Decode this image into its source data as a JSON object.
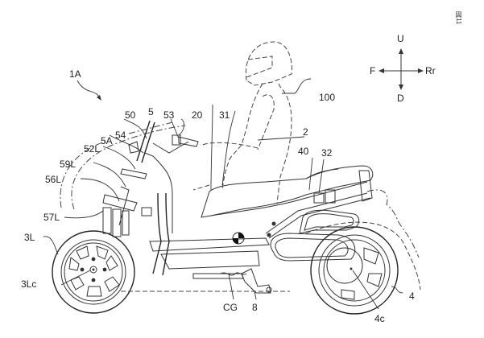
{
  "figure": {
    "number_label": "図11",
    "subject": "three-wheeled motorcycle side view"
  },
  "direction_indicator": {
    "up": "U",
    "down": "D",
    "front": "F",
    "rear": "Rr"
  },
  "reference_labels": {
    "vehicle": "1A",
    "handle_unit": "5",
    "steering_50": "50",
    "part_53": "53",
    "part_20": "20",
    "part_31": "31",
    "rider": "100",
    "part_2": "2",
    "part_54": "54",
    "part_5A": "5A",
    "part_52L": "52L",
    "part_40": "40",
    "part_32": "32",
    "part_59L": "59L",
    "part_56L": "56L",
    "part_57L": "57L",
    "front_wheel": "3L",
    "front_wheel_center": "3Lc",
    "center_of_gravity": "CG",
    "part_8": "8",
    "rear_wheel": "4",
    "rear_wheel_center": "4c"
  }
}
